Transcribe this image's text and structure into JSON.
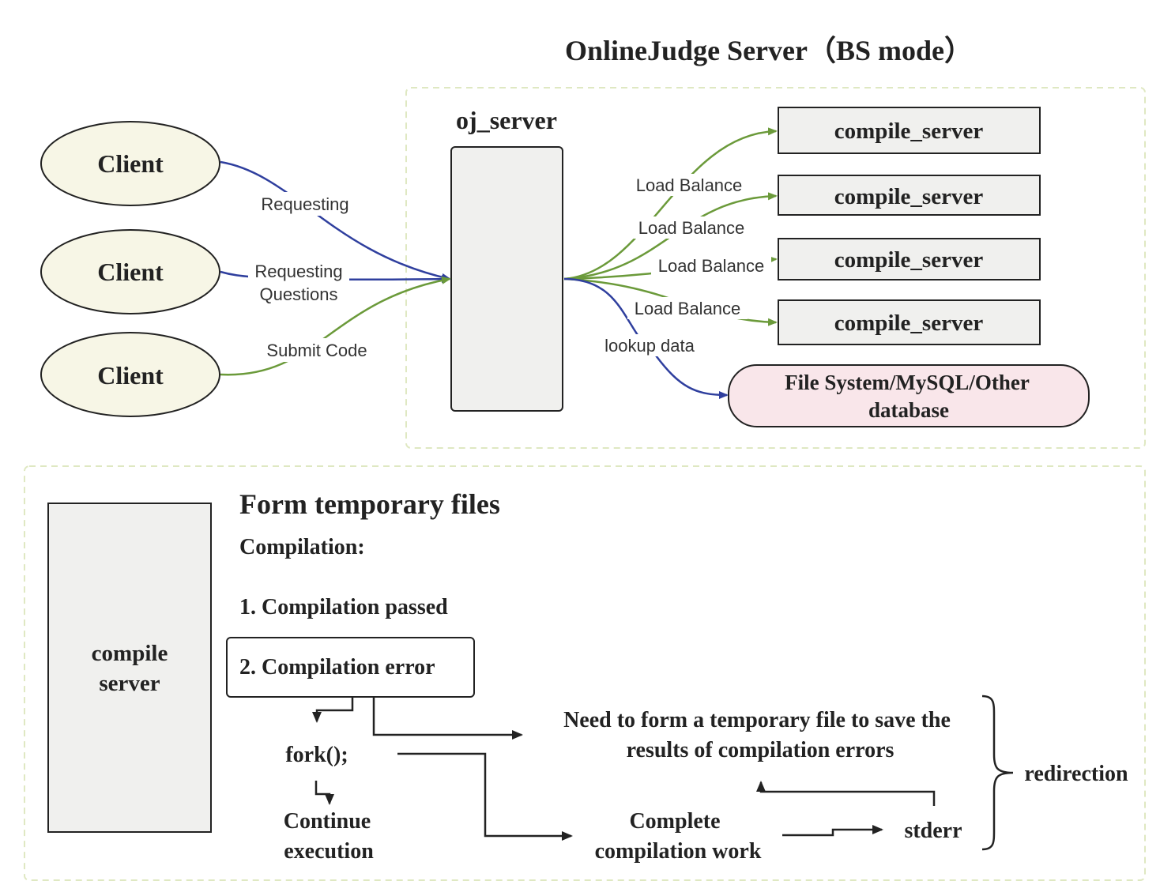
{
  "top": {
    "title": "OnlineJudge Server（BS mode）",
    "clients": [
      "Client",
      "Client",
      "Client"
    ],
    "oj_server_label": "oj_server",
    "client_edges": [
      "Requesting",
      "Requesting",
      "Questions",
      "Submit Code"
    ],
    "compile_servers": [
      "compile_server",
      "compile_server",
      "compile_server",
      "compile_server"
    ],
    "load_balance_labels": [
      "Load Balance",
      "Load Balance",
      "Load Balance",
      "Load Balance"
    ],
    "lookup_label": "lookup data",
    "database": [
      "File System/MySQL/Other",
      "database"
    ]
  },
  "bottom": {
    "compile_server_box": [
      "compile",
      "server"
    ],
    "heading": "Form temporary files",
    "compilation_label": "Compilation:",
    "item1": "1. Compilation passed",
    "item2": "2. Compilation error",
    "fork": "fork();",
    "continue": [
      "Continue",
      "execution"
    ],
    "need_temp": [
      "Need to form a temporary file to save the",
      "results of compilation errors"
    ],
    "complete": [
      "Complete",
      "compilation work"
    ],
    "stderr": "stderr",
    "redirection": "redirection"
  },
  "colors": {
    "blue_edge": "#2f3f9e",
    "green_edge": "#6b9a3a",
    "dashed_border": "#dfe8c2",
    "client_fill": "#f7f6e6",
    "server_fill": "#f0f0ee",
    "db_fill": "#f9e6ea",
    "stroke": "#222222"
  }
}
